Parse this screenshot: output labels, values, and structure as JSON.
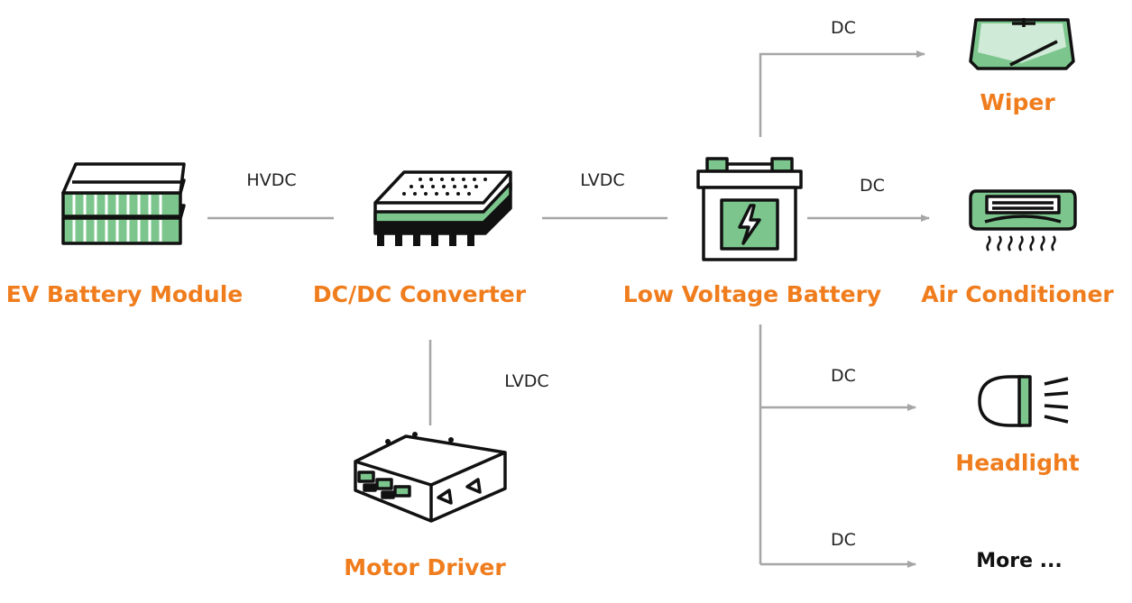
{
  "nodes": {
    "ev_battery": "EV Battery Module",
    "dcdc": "DC/DC Converter",
    "low_voltage_battery": "Low Voltage Battery",
    "motor_driver": "Motor Driver",
    "wiper": "Wiper",
    "air_conditioner": "Air Conditioner",
    "headlight": "Headlight",
    "more": "More ..."
  },
  "edges": {
    "ev_to_dcdc": "HVDC",
    "dcdc_to_battery": "LVDC",
    "dcdc_to_motor": "LVDC",
    "battery_to_wiper": "DC",
    "battery_to_ac": "DC",
    "battery_to_headlight": "DC",
    "battery_to_more": "DC"
  },
  "colors": {
    "label": "#F07D1D",
    "line": "#A6A6A6",
    "accent_green": "#7CC68E",
    "icon_stroke": "#111111"
  },
  "icons": [
    "battery-module-icon",
    "dcdc-converter-icon",
    "car-battery-icon",
    "motor-driver-icon",
    "wiper-icon",
    "air-conditioner-icon",
    "headlight-icon"
  ]
}
